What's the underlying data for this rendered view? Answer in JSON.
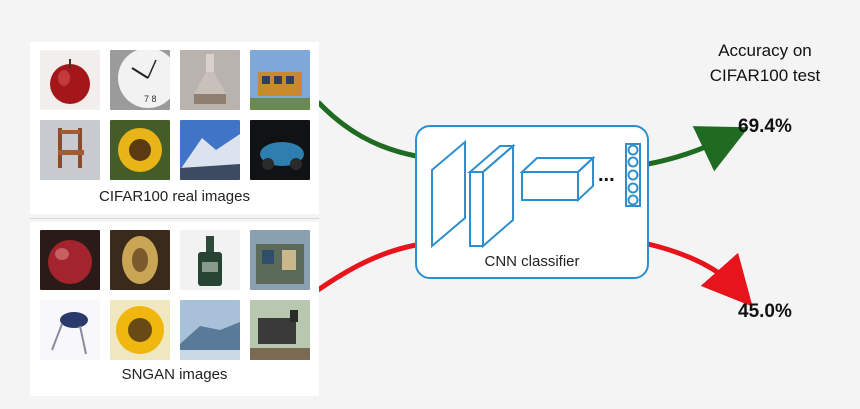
{
  "real_panel": {
    "caption": "CIFAR100 real images",
    "thumbnails": [
      "apple",
      "clock",
      "bottle",
      "tram",
      "chair",
      "sunflower",
      "mountain",
      "car"
    ]
  },
  "gan_panel": {
    "caption": "SNGAN images",
    "thumbnails": [
      "apple",
      "pear",
      "bottle",
      "house",
      "chair",
      "sunflower",
      "mountain",
      "train"
    ]
  },
  "classifier": {
    "label": "CNN classifier",
    "ellipsis": "...",
    "border_color": "#2e8fd0"
  },
  "results": {
    "title_line1": "Accuracy on",
    "title_line2": "CIFAR100 test",
    "real_accuracy": "69.4%",
    "gan_accuracy": "45.0%",
    "real_arrow_color": "#1f6b22",
    "gan_arrow_color": "#e8141b"
  }
}
